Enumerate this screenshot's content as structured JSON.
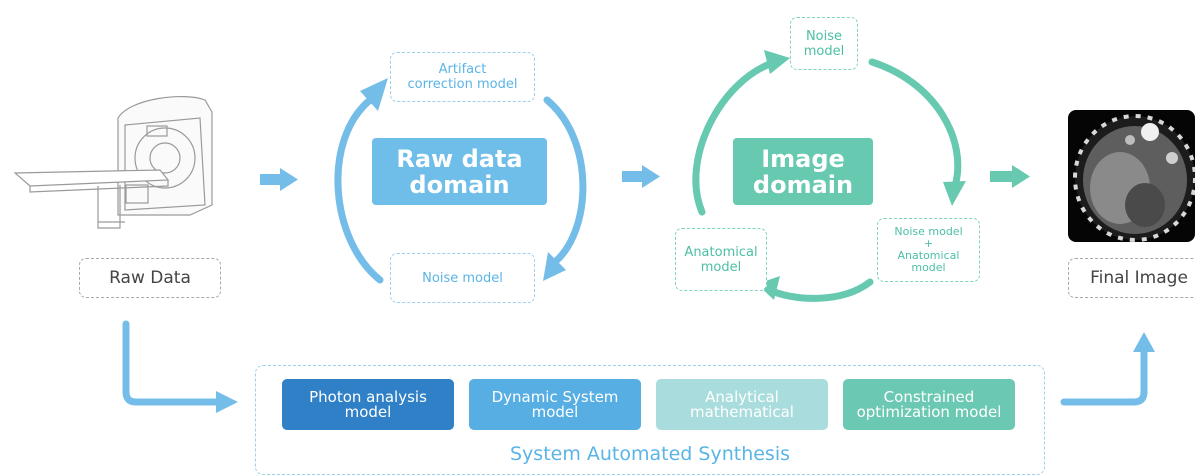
{
  "raw_data_label": "Raw Data",
  "final_image_label": "Final Image",
  "raw_domain": {
    "title": "Raw data\ndomain",
    "top_model": "Artifact\ncorrection model",
    "bottom_model": "Noise model"
  },
  "image_domain": {
    "title": "Image\ndomain",
    "top_model": "Noise\nmodel",
    "right_model": "Noise model\n+\nAnatomical\nmodel",
    "left_model": "Anatomical\nmodel"
  },
  "synthesis": {
    "title": "System Automated Synthesis",
    "models": [
      {
        "label": "Photon analysis\nmodel",
        "color": "#2f80c6"
      },
      {
        "label": "Dynamic System\nmodel",
        "color": "#56aee3"
      },
      {
        "label": "Analytical\nmathematical",
        "color": "#a9dcdc"
      },
      {
        "label": "Constrained\noptimization model",
        "color": "#6bc9b3"
      }
    ]
  },
  "colors": {
    "blue_arrow": "#74bde8",
    "teal_arrow": "#66c9b0",
    "raw_domain_fill": "#6fbde9",
    "image_domain_fill": "#66c9b0"
  }
}
